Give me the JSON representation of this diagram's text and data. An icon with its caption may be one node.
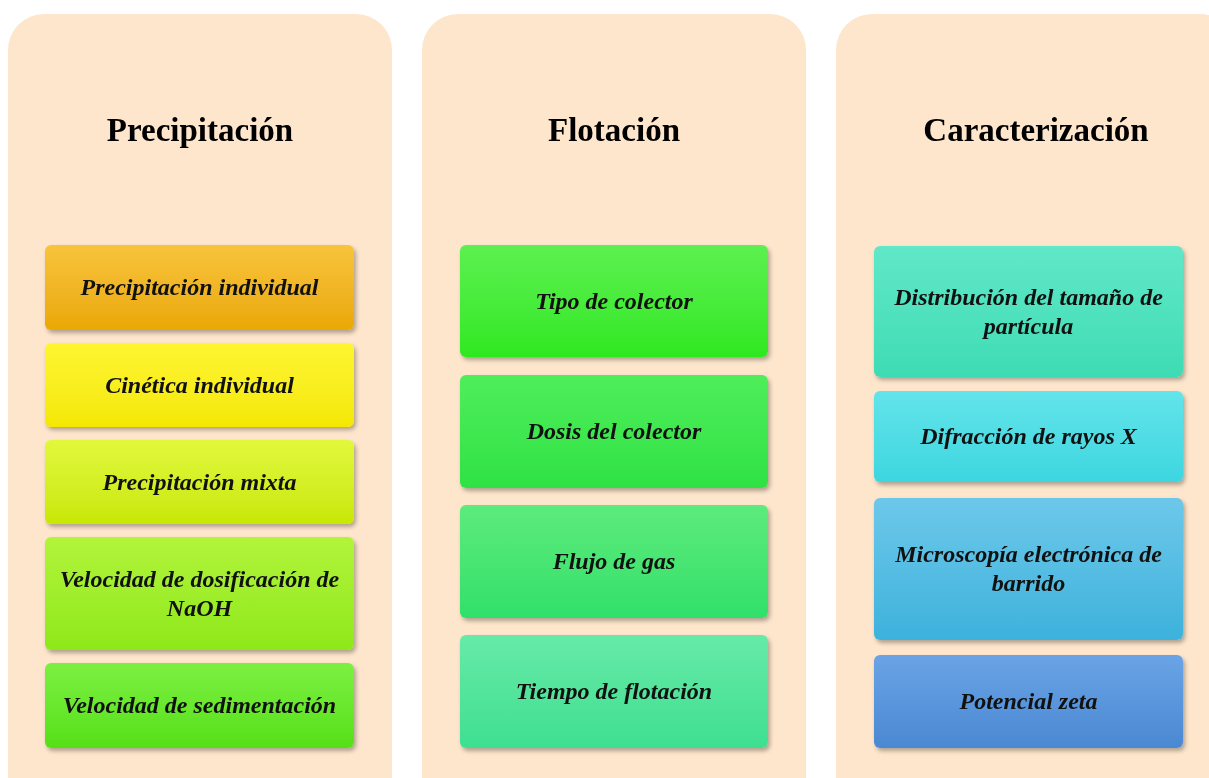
{
  "diagram": {
    "nodes": [
      {
        "text": [
          "Precipitación"
        ]
      },
      {
        "text": [
          "Precipitación individual"
        ],
        "in": 0
      },
      {
        "text": [
          "Cinética individual"
        ],
        "in": 0
      },
      {
        "text": [
          "Precipitación mixta"
        ],
        "in": 0
      },
      {
        "text": [
          "Velocidad de dosificación de NaOH"
        ],
        "in": 0
      },
      {
        "text": [
          "Velocidad de sedimentación"
        ],
        "in": 0
      },
      {
        "text": [
          "Flotación"
        ]
      },
      {
        "text": [
          "Tipo de colector"
        ],
        "in": 6
      },
      {
        "text": [
          "Dosis del colector"
        ],
        "in": 6
      },
      {
        "text": [
          "Flujo de gas"
        ],
        "in": 6
      },
      {
        "text": [
          "Tiempo de flotación"
        ],
        "in": 6
      },
      {
        "text": [
          "Caracterización"
        ]
      },
      {
        "text": [
          "Distribución del tamaño de partícula"
        ],
        "in": 11
      },
      {
        "text": [
          "Difracción de rayos X"
        ],
        "in": 11
      },
      {
        "text": [
          "Microscopía electrónica de barrido"
        ],
        "in": 11
      },
      {
        "text": [
          "Potencial zeta"
        ],
        "in": 11
      }
    ]
  }
}
